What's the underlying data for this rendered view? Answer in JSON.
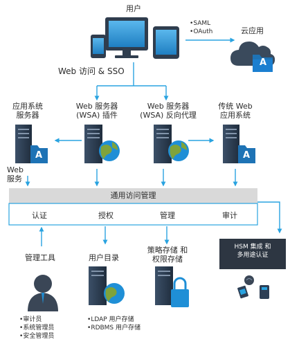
{
  "user": {
    "label": "用户"
  },
  "auth_protocols": [
    "SAML",
    "OAuth"
  ],
  "cloud": {
    "label": "云应用",
    "badge": "A"
  },
  "web_access_label": "Web 访问 & SSO",
  "servers": {
    "app_server": {
      "line1": "应用系统",
      "line2": "服务器",
      "badge": "A"
    },
    "wsa_plugin": {
      "line1": "Web 服务器",
      "line2": "(WSA) 插件"
    },
    "wsa_proxy": {
      "line1": "Web 服务器",
      "line2": "(WSA) 反向代理"
    },
    "legacy_web": {
      "line1": "传统 Web",
      "line2": "应用系统",
      "badge": "A"
    }
  },
  "web_service": {
    "line1": "Web",
    "line2": "服务"
  },
  "access_management": {
    "title": "通用访问管理",
    "items": [
      "认证",
      "授权",
      "管理",
      "审计"
    ]
  },
  "tools": {
    "label": "管理工具",
    "roles": [
      "审计员",
      "系统管理员",
      "安全管理员"
    ]
  },
  "directory": {
    "label": "用户目录",
    "stores": [
      "LDAP 用户存储",
      "RDBMS 用户存储"
    ]
  },
  "policy": {
    "line1": "策略存储 和",
    "line2": "权限存储"
  },
  "hsm": {
    "line1": "HSM 集成 和",
    "line2": "多用途认证"
  },
  "colors": {
    "arrow": "#29a3e0",
    "app_tile": "#1e73b5",
    "server_dark": "#2d3f55",
    "bar": "#d9d9d9",
    "hsm_box": "#2d3642"
  }
}
